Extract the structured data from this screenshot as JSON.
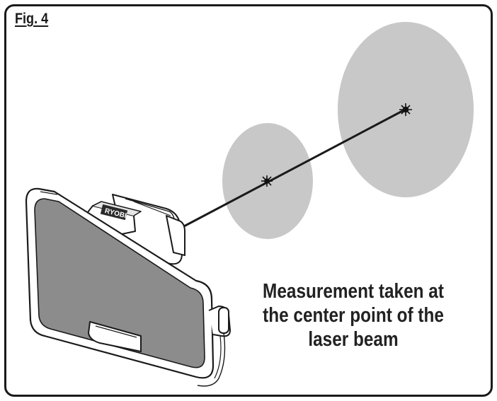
{
  "figure": {
    "label": "Fig. 4",
    "caption_lines": [
      "Measurement taken at",
      "the center point of the",
      "laser beam"
    ],
    "device_brand": "RYOBI"
  },
  "colors": {
    "frame": "#1a1a1a",
    "beam_spot": "#c8c8c8",
    "device_panel": "#8c8c8c",
    "laser_line": "#1a1a1a"
  }
}
